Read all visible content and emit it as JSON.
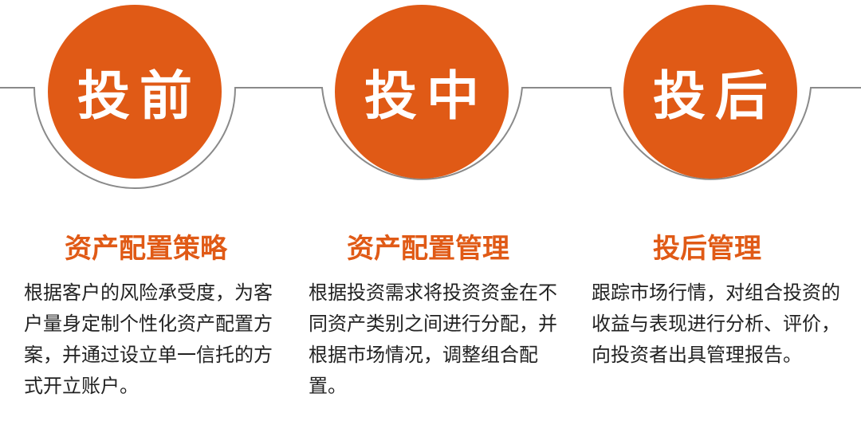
{
  "colors": {
    "accent": "#e05a16",
    "line": "#8a8a8a",
    "text": "#222222"
  },
  "stages": [
    {
      "circle_label": "投前",
      "title": "资产配置策略",
      "description": "根据客户的风险承受度，为客户量身定制个性化资产配置方案，并通过设立单一信托的方式开立账户。"
    },
    {
      "circle_label": "投中",
      "title": "资产配置管理",
      "description": "根据投资需求将投资资金在不同资产类别之间进行分配，并根据市场情况，调整组合配置。"
    },
    {
      "circle_label": "投后",
      "title": "投后管理",
      "description": "跟踪市场行情，对组合投资的收益与表现进行分析、评价，向投资者出具管理报告。"
    }
  ]
}
